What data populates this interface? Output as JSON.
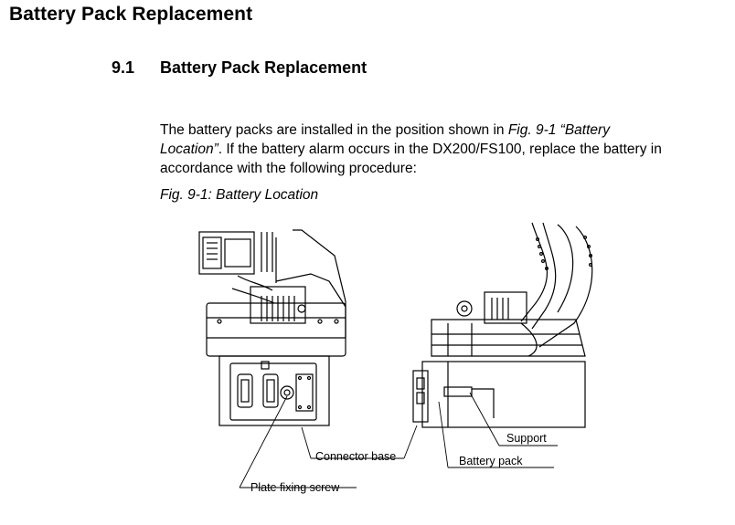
{
  "page": {
    "title": "Battery Pack Replacement"
  },
  "section": {
    "number": "9.1",
    "title": "Battery Pack Replacement"
  },
  "paragraph": {
    "part1": "The battery packs are installed in the position shown in ",
    "ref": "Fig. 9-1 “Battery Location”",
    "part2": ".  If the battery alarm occurs in the DX200/FS100, replace the battery in accordance with the following procedure:"
  },
  "figure": {
    "caption": "Fig. 9-1: Battery Location",
    "labels": {
      "connector_base": "Connector base",
      "plate_fixing_screw": "Plate fixing screw",
      "support": "Support",
      "battery_pack": "Battery pack"
    }
  }
}
